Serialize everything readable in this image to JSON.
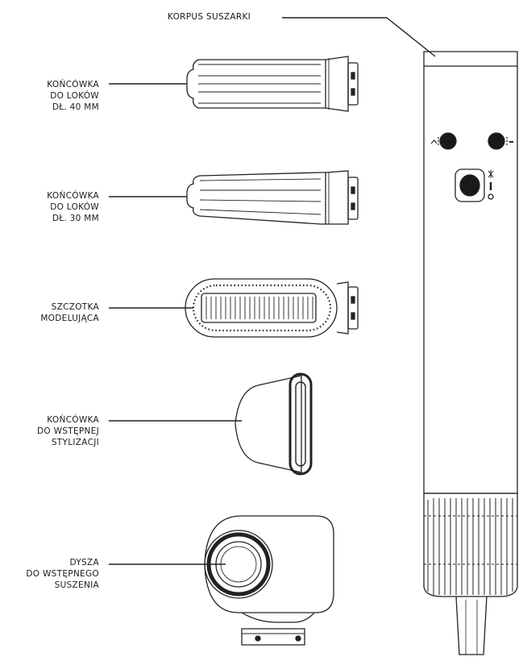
{
  "labels": {
    "body": "KORPUS SUSZARKI",
    "curl40": [
      "KOŃCÓWKA",
      "DO LOKÓW",
      "DŁ. 40 MM"
    ],
    "curl30": [
      "KOŃCÓWKA",
      "DO LOKÓW",
      "DŁ. 30 MM"
    ],
    "brush": [
      "SZCZOTKA",
      "MODELUJĄCA"
    ],
    "prestyler": [
      "KOŃCÓWKA",
      "DO WSTĘPNEJ",
      "STYLIZACJI"
    ],
    "nozzle": [
      "DYSZA",
      "DO WSTĘPNEGO",
      "SUSZENIA"
    ]
  },
  "icons": [
    "fan-speed-icon",
    "heat-level-icon",
    "snowflake-icon",
    "power-on-icon",
    "power-off-icon"
  ]
}
